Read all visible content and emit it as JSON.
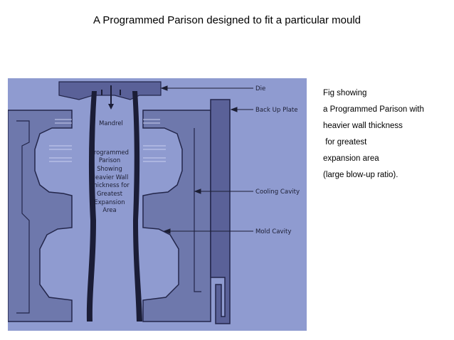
{
  "title": "A Programmed Parison designed to fit a particular mould",
  "diagram": {
    "labels": {
      "die": "Die",
      "back_up_plate": "Back Up Plate",
      "cooling_cavity": "Cooling Cavity",
      "mold_cavity": "Mold Cavity",
      "mandrel": "Mandrel"
    },
    "parison_label_lines": [
      "Programmed",
      "Parison",
      "Showing",
      "Heavier Wall",
      "Thickness for",
      "Greatest",
      "Expansion",
      "Area"
    ],
    "colors": {
      "background": "#8f9bd0",
      "mould_fill": "#6e78ac",
      "outline": "#23264a",
      "parison": "#1b1d36",
      "die": "#5a6198"
    }
  },
  "caption_lines": [
    "Fig showing",
    "a Programmed Parison with",
    "heavier wall thickness",
    " for greatest",
    "expansion area",
    "(large blow-up ratio)."
  ]
}
